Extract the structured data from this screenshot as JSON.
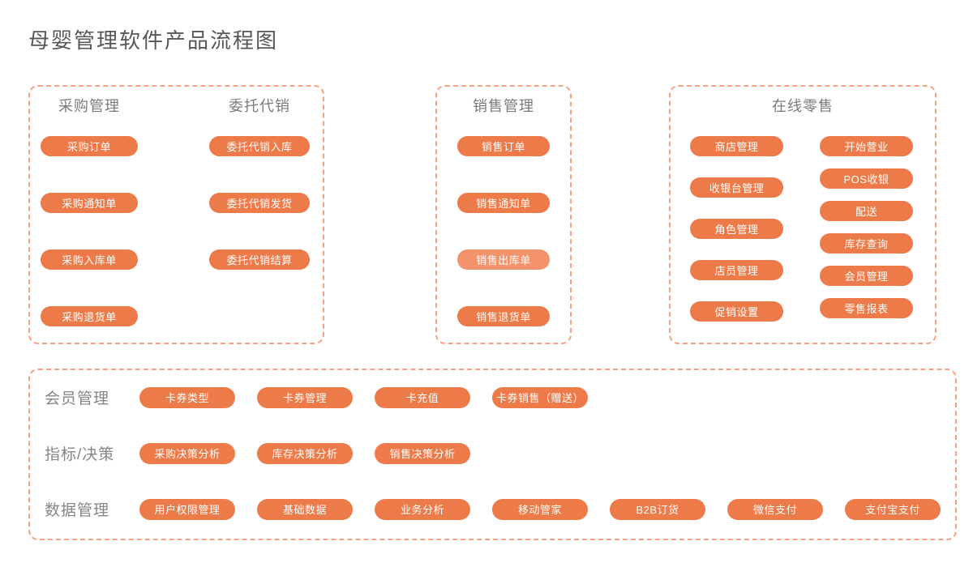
{
  "title": "母婴管理软件产品流程图",
  "colors": {
    "pill": "#ED7B49",
    "pill_light": "#F2936B",
    "pill_text": "#FFFFFF",
    "dashed_border": "#F5A283",
    "heading": "#7A7B7E",
    "label": "#85868A",
    "title_text": "#56575B"
  },
  "light_pills": [
    "销售出库单"
  ],
  "sections": {
    "purchase": {
      "heading": "采购管理",
      "pills": [
        "采购订单",
        "采购通知单",
        "采购入库单",
        "采购退货单"
      ]
    },
    "consignment": {
      "heading": "委托代销",
      "pills": [
        "委托代销入库",
        "委托代销发货",
        "委托代销结算"
      ]
    },
    "sales": {
      "heading": "销售管理",
      "pills": [
        "销售订单",
        "销售通知单",
        "销售出库单",
        "销售退货单"
      ]
    },
    "retail": {
      "heading": "在线零售",
      "left_pills": [
        "商店管理",
        "收银台管理",
        "角色管理",
        "店员管理",
        "促销设置"
      ],
      "right_pills": [
        "开始营业",
        "POS收银",
        "配送",
        "库存查询",
        "会员管理",
        "零售报表"
      ]
    },
    "bottom_rows": [
      {
        "label": "会员管理",
        "pills": [
          "卡券类型",
          "卡券管理",
          "卡充值",
          "卡券销售（赠送）"
        ]
      },
      {
        "label": "指标/决策",
        "pills": [
          "采购决策分析",
          "库存决策分析",
          "销售决策分析"
        ]
      },
      {
        "label": "数据管理",
        "pills": [
          "用户权限管理",
          "基础数据",
          "业务分析",
          "移动管家",
          "B2B订货",
          "微信支付",
          "支付宝支付"
        ]
      }
    ]
  }
}
